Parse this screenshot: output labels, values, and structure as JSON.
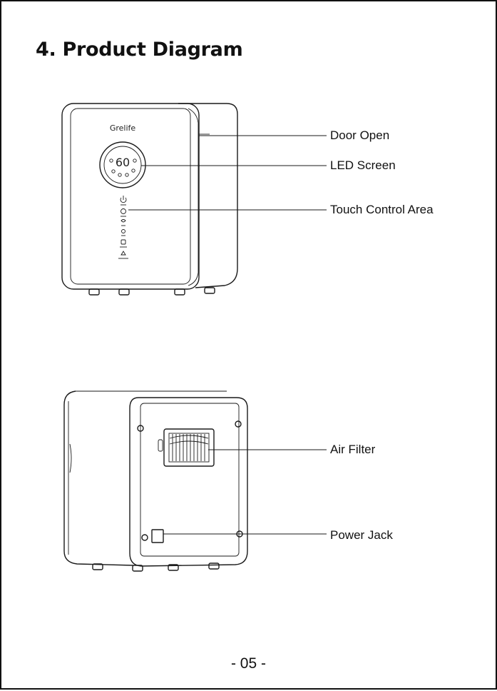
{
  "page": {
    "title": "4. Product Diagram",
    "page_number": "- 05 -"
  },
  "front_view": {
    "brand_logo": "Grelife",
    "display_digits": "60",
    "callouts": {
      "door_open": "Door Open",
      "led_screen": "LED Screen",
      "touch_control_area": "Touch Control Area"
    },
    "control_icons": [
      "power-icon",
      "auto-mode-icon",
      "fan-speed-icon",
      "night-light-icon",
      "timer-icon",
      "child-lock-icon"
    ]
  },
  "back_view": {
    "callouts": {
      "air_filter": "Air Filter",
      "power_jack": "Power Jack"
    }
  }
}
